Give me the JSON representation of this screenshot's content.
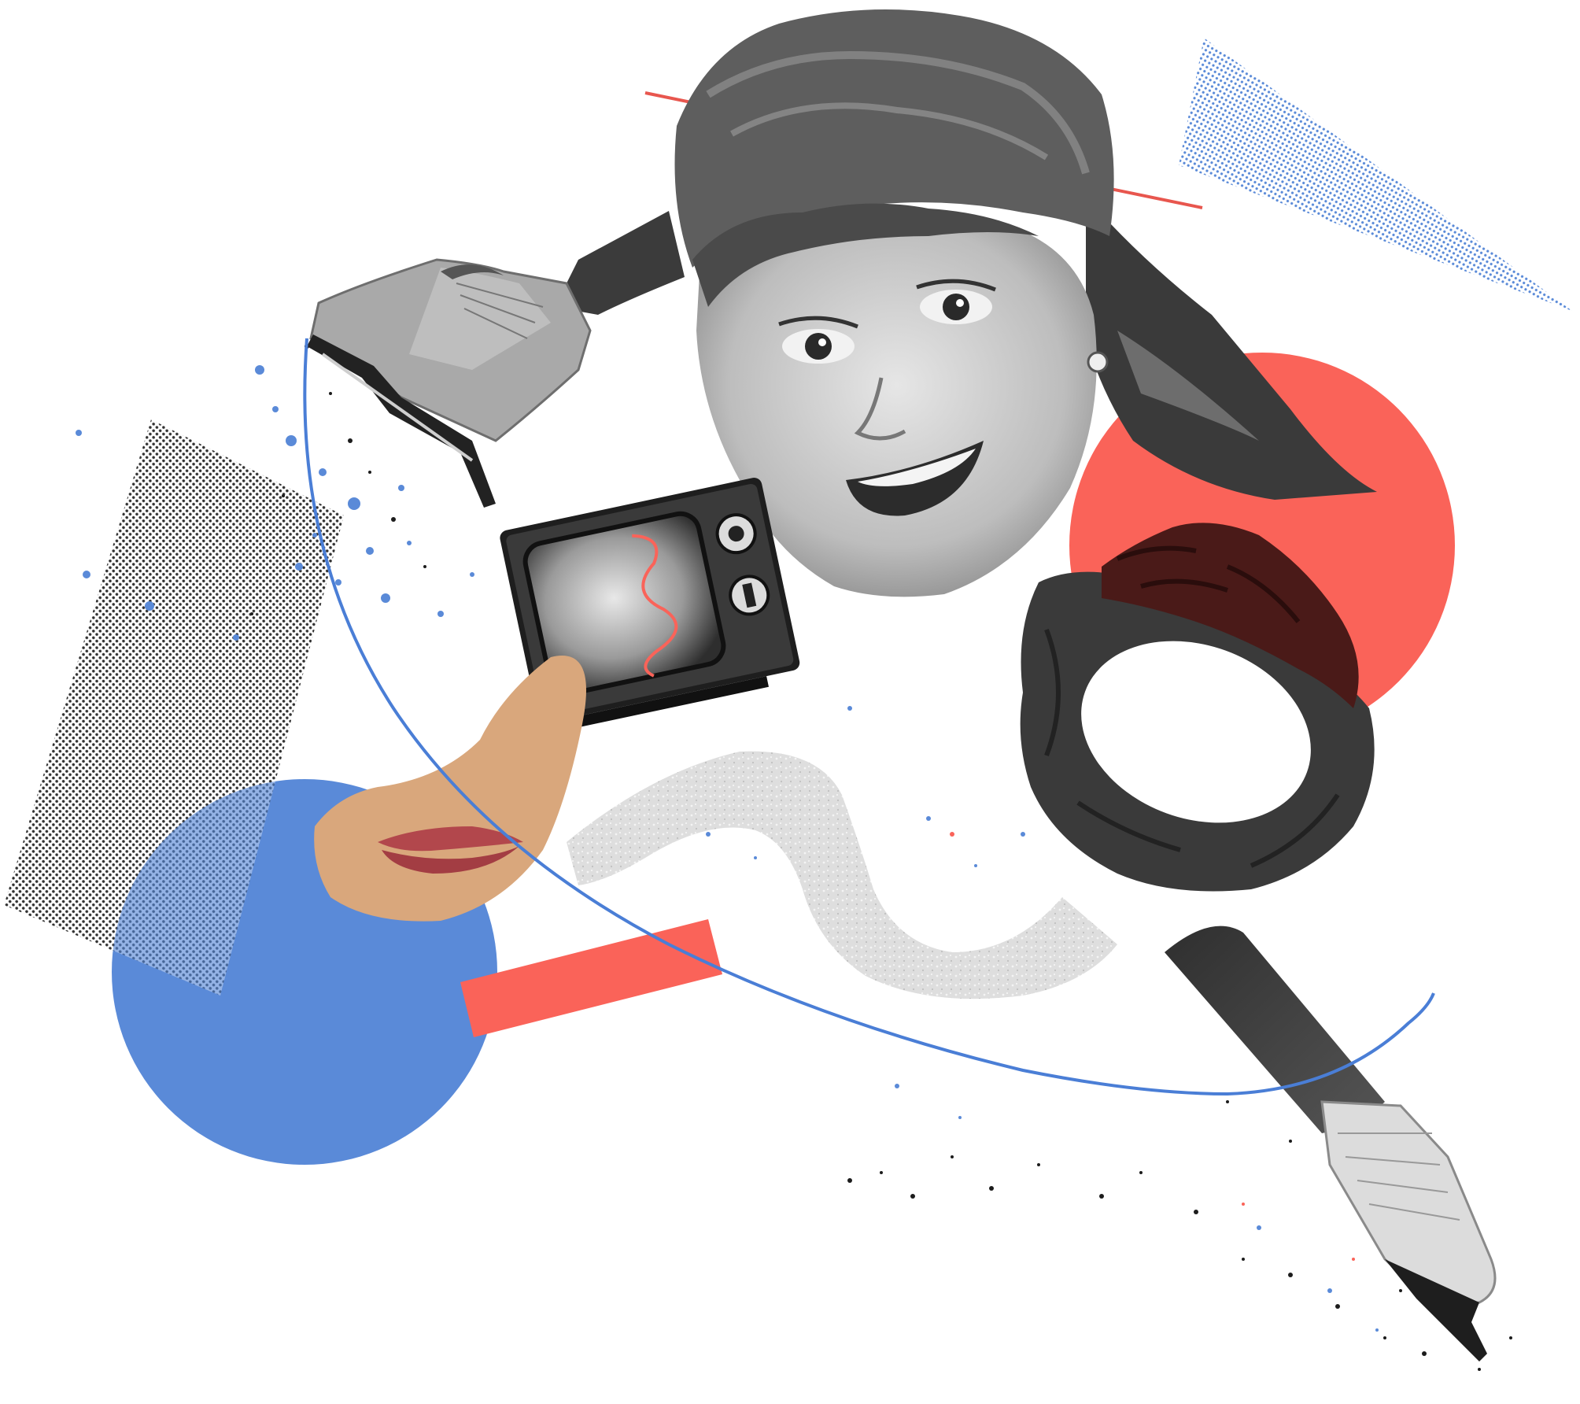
{
  "colors": {
    "background": "#ffffff",
    "coral": "#fa6359",
    "blue": "#5a8ad8",
    "dark_gray": "#3a3a3a",
    "mid_gray": "#808080",
    "light_gray": "#d4d4d4",
    "skin": "#d9a77c",
    "lip": "#b2474c",
    "maroon": "#4a1a18",
    "black": "#111111"
  },
  "elements": [
    "halftone-rectangle",
    "blue-circle",
    "coral-circle",
    "halftone-triangle",
    "coral-bar",
    "red-line",
    "skater-face",
    "ice-skate-top",
    "ice-skate-bottom",
    "retro-tv",
    "mouth-cutout",
    "scrunchie",
    "ice-squiggle",
    "blue-curve",
    "paint-splatter"
  ]
}
